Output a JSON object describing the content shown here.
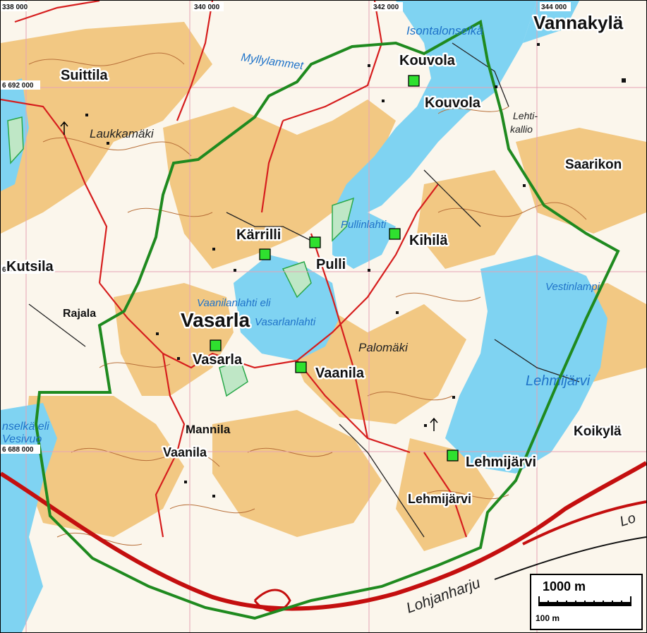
{
  "map": {
    "grid_labels": {
      "x": [
        "338 000",
        "340 000",
        "342 000",
        "344 000"
      ],
      "y": [
        "6 692 000",
        "6 690 000",
        "6 688 000"
      ]
    },
    "places_large": [
      "Vannakylä",
      "Suittila",
      "Kouvola",
      "Vasarla",
      "Kutsila",
      "Koikylä",
      "Saarikon"
    ],
    "places_marked": [
      "Kouvola",
      "Kärrilli",
      "Pulli",
      "Kihilä",
      "Vasarla",
      "Vaanila",
      "Lehmijärvi"
    ],
    "places_small": [
      "Rajala",
      "Mannila",
      "Vaanila",
      "Lehmijärvi"
    ],
    "terrain": [
      "Laukkamäki",
      "Lehti-",
      "kallio",
      "Palomäki",
      "Lohjanharju"
    ],
    "water": [
      "Isontalonselkä",
      "Myllylammet",
      "Pullinlahti",
      "Vaanilanlahti eli",
      "Vasarlanlahti",
      "Vestinlampi",
      "Lehmijärvi",
      "nselkä eli",
      "Vesivuo",
      "Lo"
    ],
    "colors": {
      "water": "#7fd3f2",
      "field": "#f2c883",
      "open": "#fdfbf6",
      "boundary": "#1f8a1f",
      "road": "#d61e1e",
      "contour": "#b8703a",
      "marker": "#2fe02f"
    }
  },
  "scalebar": {
    "major": "1000 m",
    "minor": "100 m"
  }
}
